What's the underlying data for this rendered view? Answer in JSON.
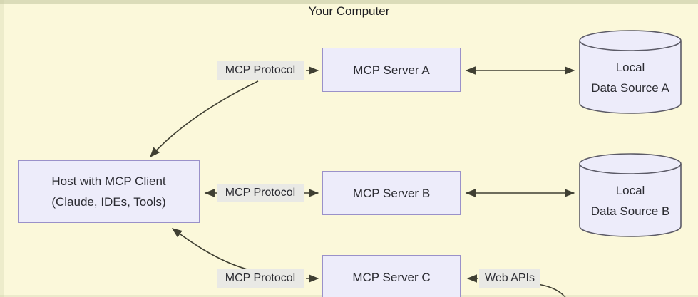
{
  "title": "Your Computer",
  "nodes": {
    "host": {
      "line1": "Host with MCP Client",
      "line2": "(Claude, IDEs, Tools)"
    },
    "server_a": {
      "label": "MCP Server A"
    },
    "server_b": {
      "label": "MCP Server B"
    },
    "server_c": {
      "label": "MCP Server C"
    },
    "data_source_a": {
      "line1": "Local",
      "line2": "Data Source A"
    },
    "data_source_b": {
      "line1": "Local",
      "line2": "Data Source B"
    }
  },
  "edge_labels": {
    "protocol_a": "MCP Protocol",
    "protocol_b": "MCP Protocol",
    "protocol_c": "MCP Protocol",
    "web_apis": "Web APIs"
  },
  "colors": {
    "bg": "#fbf8da",
    "edge-strip": "#d5d7b3",
    "node-fill": "#edecfa",
    "node-border": "#9a91c9",
    "cyl-border": "#5c5b67",
    "label-bg": "#e9e9e5",
    "text": "#2b2b31",
    "arrow": "#3f3f32"
  }
}
